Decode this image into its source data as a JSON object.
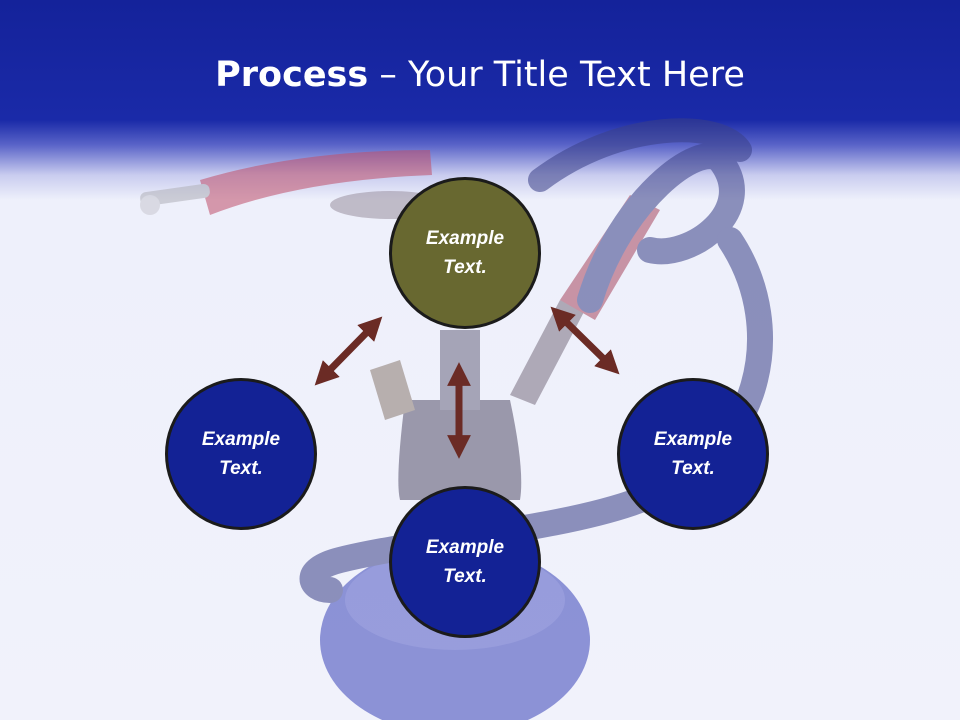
{
  "title": {
    "bold": "Process",
    "rest": " – Your Title Text Here"
  },
  "nodes": {
    "top": "Example Text.",
    "left": "Example Text.",
    "right": "Example Text.",
    "bottom": "Example Text."
  },
  "colors": {
    "header": "#14229a",
    "node_blue": "#132295",
    "node_olive": "#686830",
    "arrow": "#6b2b25"
  }
}
